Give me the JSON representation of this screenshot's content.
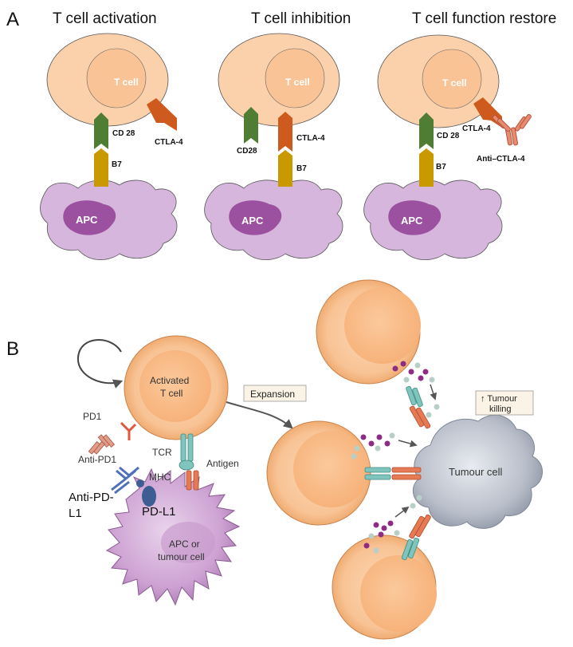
{
  "panel_a": {
    "letter": "A",
    "titles": [
      "T cell activation",
      "T cell inhibition",
      "T cell function restore"
    ],
    "tcell_label": "T cell",
    "apc_label": "APC",
    "labels": {
      "cd28_1": "CD 28",
      "ctla4_1": "CTLA-4",
      "b7_1": "B7",
      "cd28_2": "CD28",
      "ctla4_2": "CTLA-4",
      "b7_2": "B7",
      "cd28_3": "CD 28",
      "ctla4_3": "CTLA-4",
      "b7_3": "B7",
      "anti_ctla4": "Anti–CTLA-4"
    }
  },
  "panel_b": {
    "letter": "B",
    "activated_line1": "Activated",
    "activated_line2": "T cell",
    "expansion": "Expansion",
    "tumour_killing_line1": "↑ Tumour",
    "tumour_killing_line2": "killing",
    "pd1": "PD1",
    "anti_pd1": "Anti-PD1",
    "tcr": "TCR",
    "antigen": "Antigen",
    "mhc": "MHC",
    "anti_pdl1_line1": "Anti-PD-",
    "anti_pdl1_line2": "L1",
    "pdl1": "PD-L1",
    "apc_line1": "APC or",
    "apc_line2": "tumour cell",
    "tumour_cell": "Tumour cell"
  },
  "colors": {
    "tcell_fill": "#fbd1ab",
    "tcell_nucleus": "#f9c395",
    "apc_fill": "#d7b6dd",
    "apc_nucleus": "#9c51a0",
    "cd28": "#4e7d33",
    "b7": "#c99900",
    "ctla4": "#cf5a1d",
    "tcr": "#7fc5bd",
    "mhc": "#e57a54",
    "pd1": "#e2583a",
    "pdl1": "#3e5d93",
    "anti_pdl1": "#4f6fb7",
    "tumour": "#b5bbc6",
    "granule_purple": "#8e2c84",
    "granule_grey": "#b8cfc8"
  }
}
